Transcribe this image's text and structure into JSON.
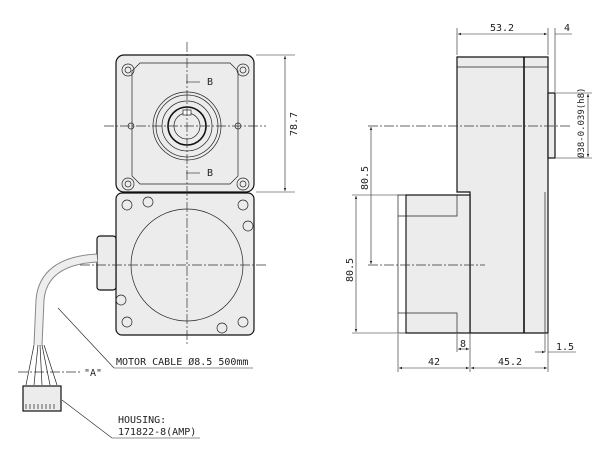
{
  "front_view": {
    "section_marker": "B",
    "section_marker_lower": "B",
    "dim_height": "78.7"
  },
  "side_view": {
    "dim_gear_length": "53.2",
    "dim_shaft_length": "4",
    "dim_shaft_diameter": "Ø38-0.039(h8)",
    "dim_center_offset": "80.5",
    "dim_motor_height": "80.5",
    "dim_flange": "8",
    "dim_motor_length": "42",
    "dim_gear_depth": "45.2",
    "dim_gap": "1.5"
  },
  "annotations": {
    "view_label": "\"A\"",
    "motor_cable": "MOTOR CABLE Ø8.5 500mm",
    "housing_line1": "HOUSING:",
    "housing_line2": "171822-8(AMP)"
  }
}
